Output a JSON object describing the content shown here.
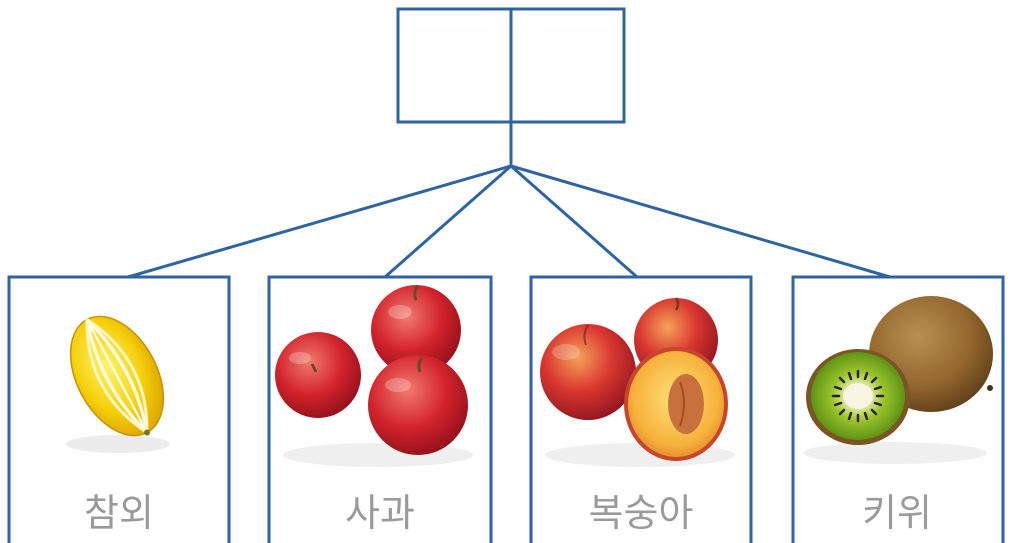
{
  "diagram": {
    "root": {
      "left_cell": "",
      "right_cell": ""
    },
    "children": [
      {
        "label": "참외",
        "image": "korean-melon"
      },
      {
        "label": "사과",
        "image": "apples"
      },
      {
        "label": "복숭아",
        "image": "peaches"
      },
      {
        "label": "키위",
        "image": "kiwis"
      }
    ],
    "colors": {
      "line": "#2e64a2",
      "label": "#9a9a9a"
    }
  }
}
